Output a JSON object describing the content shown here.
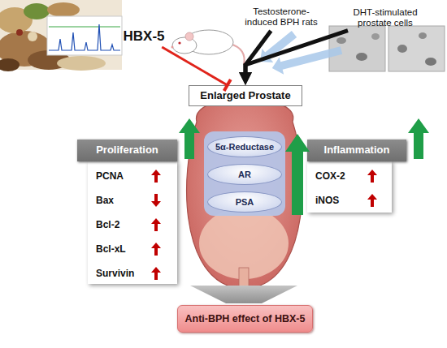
{
  "diagram": {
    "nodes": [
      {
        "text": [
          "HBX-5"
        ]
      },
      {
        "text": [
          "Testosterone-induced BPH rats"
        ]
      },
      {
        "text": [
          "DHT-stimulated prostate cells"
        ]
      },
      {
        "text": [
          "Enlarged Prostate"
        ]
      },
      {
        "text": [
          "Proliferation"
        ]
      },
      {
        "text": [
          "PCNA",
          "Bax",
          "Bcl-2",
          "Bcl-xL",
          "Survivin"
        ]
      },
      {
        "text": [
          "5α-Reductase"
        ]
      },
      {
        "text": [
          "AR"
        ]
      },
      {
        "text": [
          "PSA"
        ]
      },
      {
        "text": [
          "Inflammation"
        ]
      },
      {
        "text": [
          "COX-2",
          "iNOS"
        ]
      },
      {
        "text": [
          "Anti-BPH effect of HBX-5"
        ]
      }
    ],
    "edges": [
      {
        "from": 0,
        "to": 3,
        "arrow": "to"
      },
      {
        "from": 1,
        "to": 3,
        "arrow": "to"
      },
      {
        "from": 2,
        "to": 3,
        "arrow": "to"
      }
    ]
  }
}
